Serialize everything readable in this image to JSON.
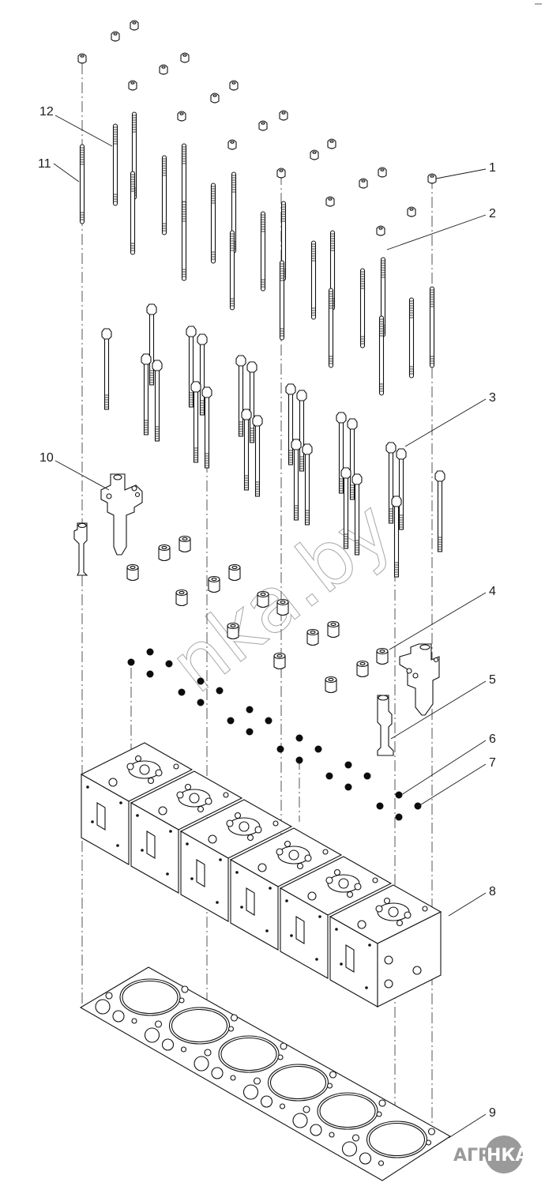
{
  "diagram": {
    "type": "exploded-parts-view",
    "subject": "cylinder head assembly (6 cylinder heads, gasket, studs, bolts, nuts, injectors/brackets)",
    "callouts": [
      {
        "number": "1",
        "part": "nut"
      },
      {
        "number": "2",
        "part": "stud"
      },
      {
        "number": "3",
        "part": "bolt"
      },
      {
        "number": "4",
        "part": "sleeve"
      },
      {
        "number": "5",
        "part": "bracket"
      },
      {
        "number": "6",
        "part": "seal"
      },
      {
        "number": "7",
        "part": "seal"
      },
      {
        "number": "8",
        "part": "cylinder-head"
      },
      {
        "number": "9",
        "part": "head-gasket"
      },
      {
        "number": "10",
        "part": "bracket"
      },
      {
        "number": "11",
        "part": "stud"
      },
      {
        "number": "12",
        "part": "stud"
      }
    ],
    "cylinder_head_count": 6,
    "gasket_bore_count": 6
  },
  "watermark": {
    "text": "nka.by"
  },
  "logo": {
    "left": "АГРО",
    "right": "НКА"
  }
}
